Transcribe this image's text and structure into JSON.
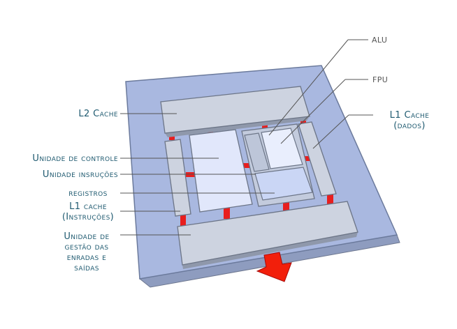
{
  "labels": {
    "alu": "ALU",
    "fpu": "FPU",
    "l2_cache": "L2 Cache",
    "l1_cache_data": "L1 Cache",
    "l1_cache_data_sub": "(dados)",
    "control_unit": "Unidade de controle",
    "instruction_unit": "Unidade insruções",
    "registers": "registros",
    "l1_cache_instr": "L1 cache",
    "l1_cache_instr_sub": "(Instruções)",
    "io_unit_1": "Unidade de",
    "io_unit_2": "gestão das",
    "io_unit_3": "enradas e",
    "io_unit_4": "saídas"
  },
  "colors": {
    "board": "#a9b8e0",
    "block": "#cdd3e0",
    "block_light": "#e1e7fb",
    "bus": "#e81e1e",
    "arrow": "#f21f0b",
    "label_text": "#1f5a70",
    "leader": "#555555"
  }
}
